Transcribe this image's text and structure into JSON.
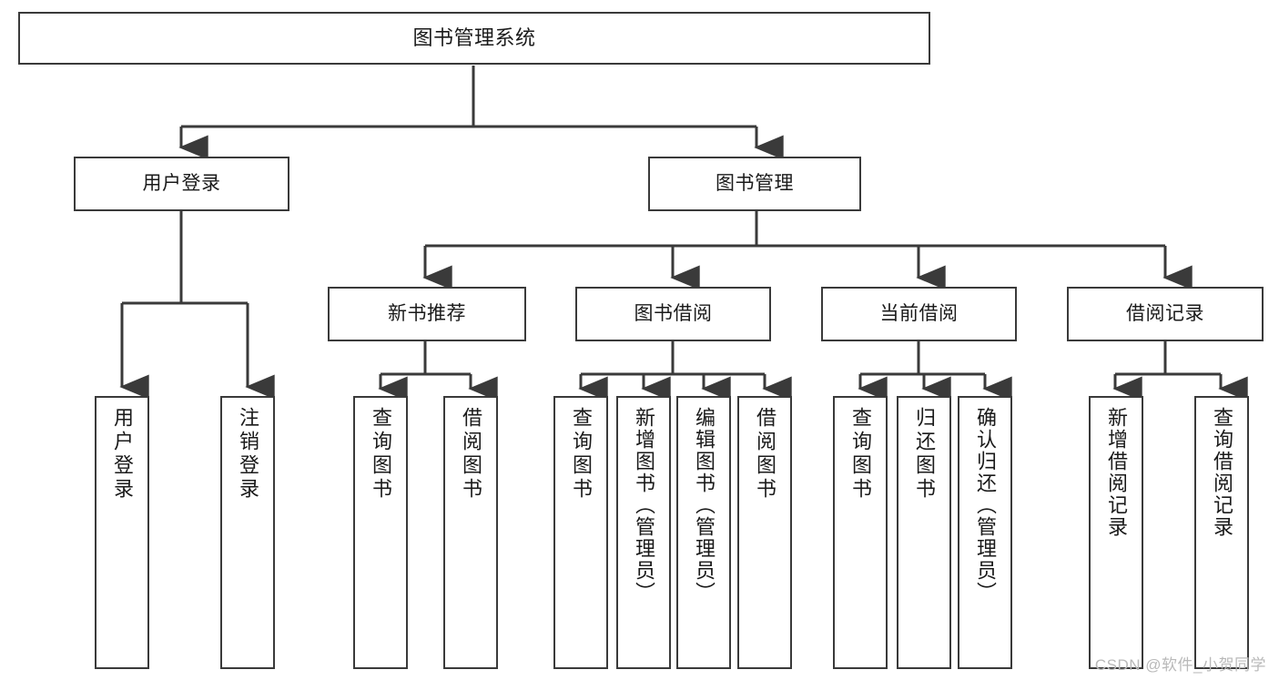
{
  "diagram": {
    "title": "图书管理系统",
    "colors": {
      "background": "#ffffff",
      "node_border": "#3a3a3a",
      "node_fill": "#ffffff",
      "edge": "#3a3a3a",
      "text": "#1a1a1a",
      "watermark": "#b9b9b9"
    },
    "root": {
      "label": "图书管理系统"
    },
    "level2": [
      {
        "label": "用户登录"
      },
      {
        "label": "图书管理"
      }
    ],
    "level3": [
      {
        "label": "新书推荐"
      },
      {
        "label": "图书借阅"
      },
      {
        "label": "当前借阅"
      },
      {
        "label": "借阅记录"
      }
    ],
    "leaves": {
      "user_login": [
        {
          "label": "用户登录"
        },
        {
          "label": "注销登录"
        }
      ],
      "new_book_recommend": [
        {
          "label": "查询图书"
        },
        {
          "label": "借阅图书"
        }
      ],
      "book_borrow": [
        {
          "label": "查询图书"
        },
        {
          "label": "新增图书（管理员）"
        },
        {
          "label": "编辑图书（管理员）"
        },
        {
          "label": "借阅图书"
        }
      ],
      "current_borrow": [
        {
          "label": "查询图书"
        },
        {
          "label": "归还图书"
        },
        {
          "label": "确认归还（管理员）"
        }
      ],
      "borrow_record": [
        {
          "label": "新增借阅记录"
        },
        {
          "label": "查询借阅记录"
        }
      ]
    }
  },
  "watermark": {
    "text": "CSDN @软件_小贺同学"
  }
}
